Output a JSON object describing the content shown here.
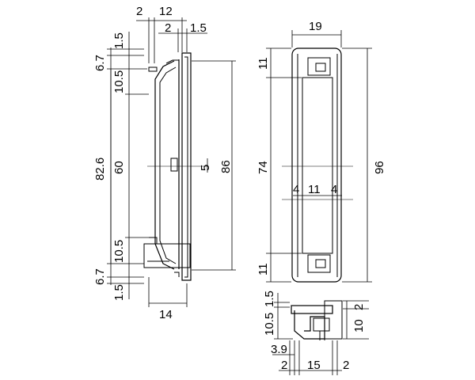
{
  "drawing": {
    "side_view": {
      "top_dims": [
        "2",
        "12",
        "2",
        "1.5"
      ],
      "left_dims": [
        "1.5",
        "6.7",
        "10.5",
        "82.6",
        "60",
        "10.5",
        "6.7",
        "1.5"
      ],
      "right_dims": [
        "5",
        "86"
      ],
      "bottom_dim": "14"
    },
    "front_view": {
      "width": "19",
      "left_dims": [
        "11",
        "74",
        "11"
      ],
      "right_dim": "96",
      "inner_dims": [
        "4",
        "11",
        "4"
      ]
    },
    "end_view": {
      "left_dims": [
        "1.5",
        "10.5"
      ],
      "right_dims": [
        "2",
        "10"
      ],
      "bottom_dims": [
        "3.9",
        "2",
        "15",
        "2"
      ]
    }
  }
}
